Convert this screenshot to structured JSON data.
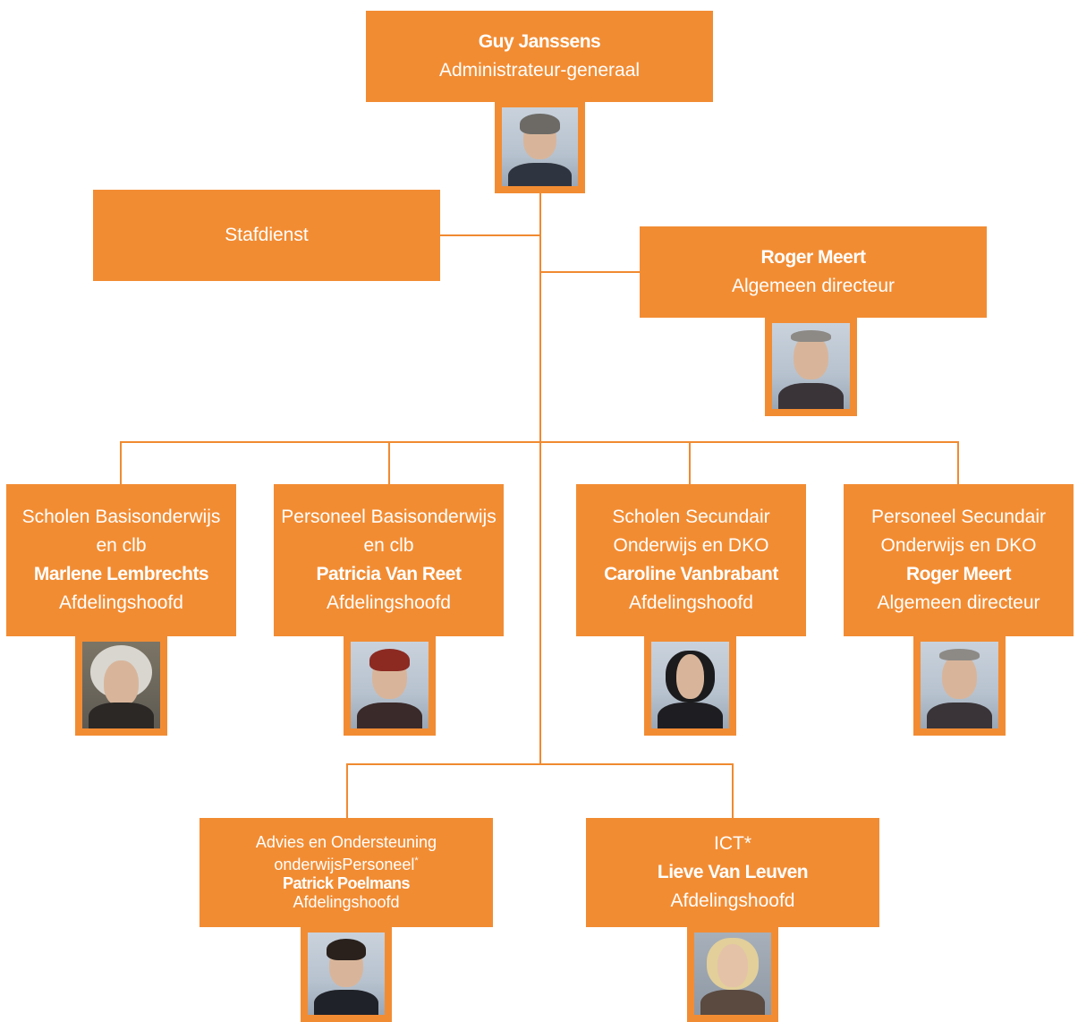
{
  "top": {
    "name": "Guy Janssens",
    "title": "Administrateur-generaal",
    "photo_icon": "portrait-man-grey-hair"
  },
  "staff": {
    "label": "Stafdienst"
  },
  "director": {
    "name": "Roger Meert",
    "title": "Algemeen directeur",
    "photo_icon": "portrait-man-glasses"
  },
  "departments": [
    {
      "line1": "Scholen Basisonderwijs",
      "line2": "en clb",
      "name": "Marlene Lembrechts",
      "title": "Afdelingshoofd",
      "photo_icon": "portrait-woman-curly-hair"
    },
    {
      "line1": "Personeel Basisonderwijs",
      "line2": "en clb",
      "name": "Patricia Van Reet",
      "title": "Afdelingshoofd",
      "photo_icon": "portrait-woman-red-hair"
    },
    {
      "line1": "Scholen Secundair",
      "line2": "Onderwijs en DKO",
      "name": "Caroline Vanbrabant",
      "title": "Afdelingshoofd",
      "photo_icon": "portrait-woman-dark-hair"
    },
    {
      "line1": "Personeel Secundair",
      "line2": "Onderwijs en DKO",
      "name": "Roger Meert",
      "title": "Algemeen directeur",
      "photo_icon": "portrait-man-glasses"
    }
  ],
  "support": [
    {
      "line1": "Advies en Ondersteuning",
      "line2": "onderwijsPersoneel",
      "mark": "*",
      "name": "Patrick Poelmans",
      "title": "Afdelingshoofd",
      "photo_icon": "portrait-man-dark-hair"
    },
    {
      "line1": "ICT*",
      "name": "Lieve Van Leuven",
      "title": "Afdelingshoofd",
      "photo_icon": "portrait-woman-blonde-hair"
    }
  ],
  "colors": {
    "box": "#f28c33",
    "line": "#f08a30",
    "text": "#ffffff"
  }
}
